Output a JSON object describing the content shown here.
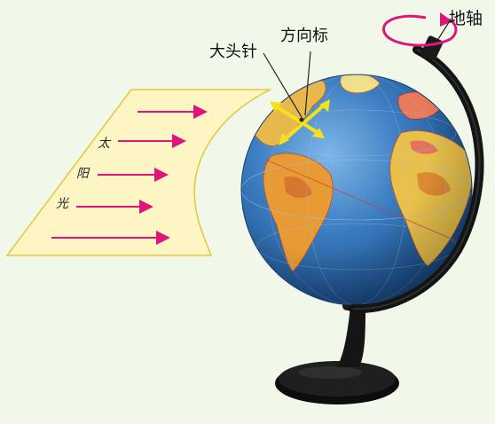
{
  "labels": {
    "axis": "地轴",
    "pin": "大头针",
    "direction_marker": "方向标"
  },
  "sunlight_text": [
    "太",
    "阳",
    "光"
  ],
  "colors": {
    "background": "#f1f8ea",
    "sun_panel_fill": "#fdf6c4",
    "sun_panel_border": "#e3c73a",
    "sun_arrow": "#e0157a",
    "rotation_arrow": "#e0157a",
    "marker_cross": "#f4e21a",
    "ocean": "#2f6fb0",
    "land": "#e8a23a",
    "stand": "#171717"
  },
  "icons": [
    "rotation-arrow-icon",
    "direction-cross-icon",
    "sun-arrow-icon"
  ]
}
